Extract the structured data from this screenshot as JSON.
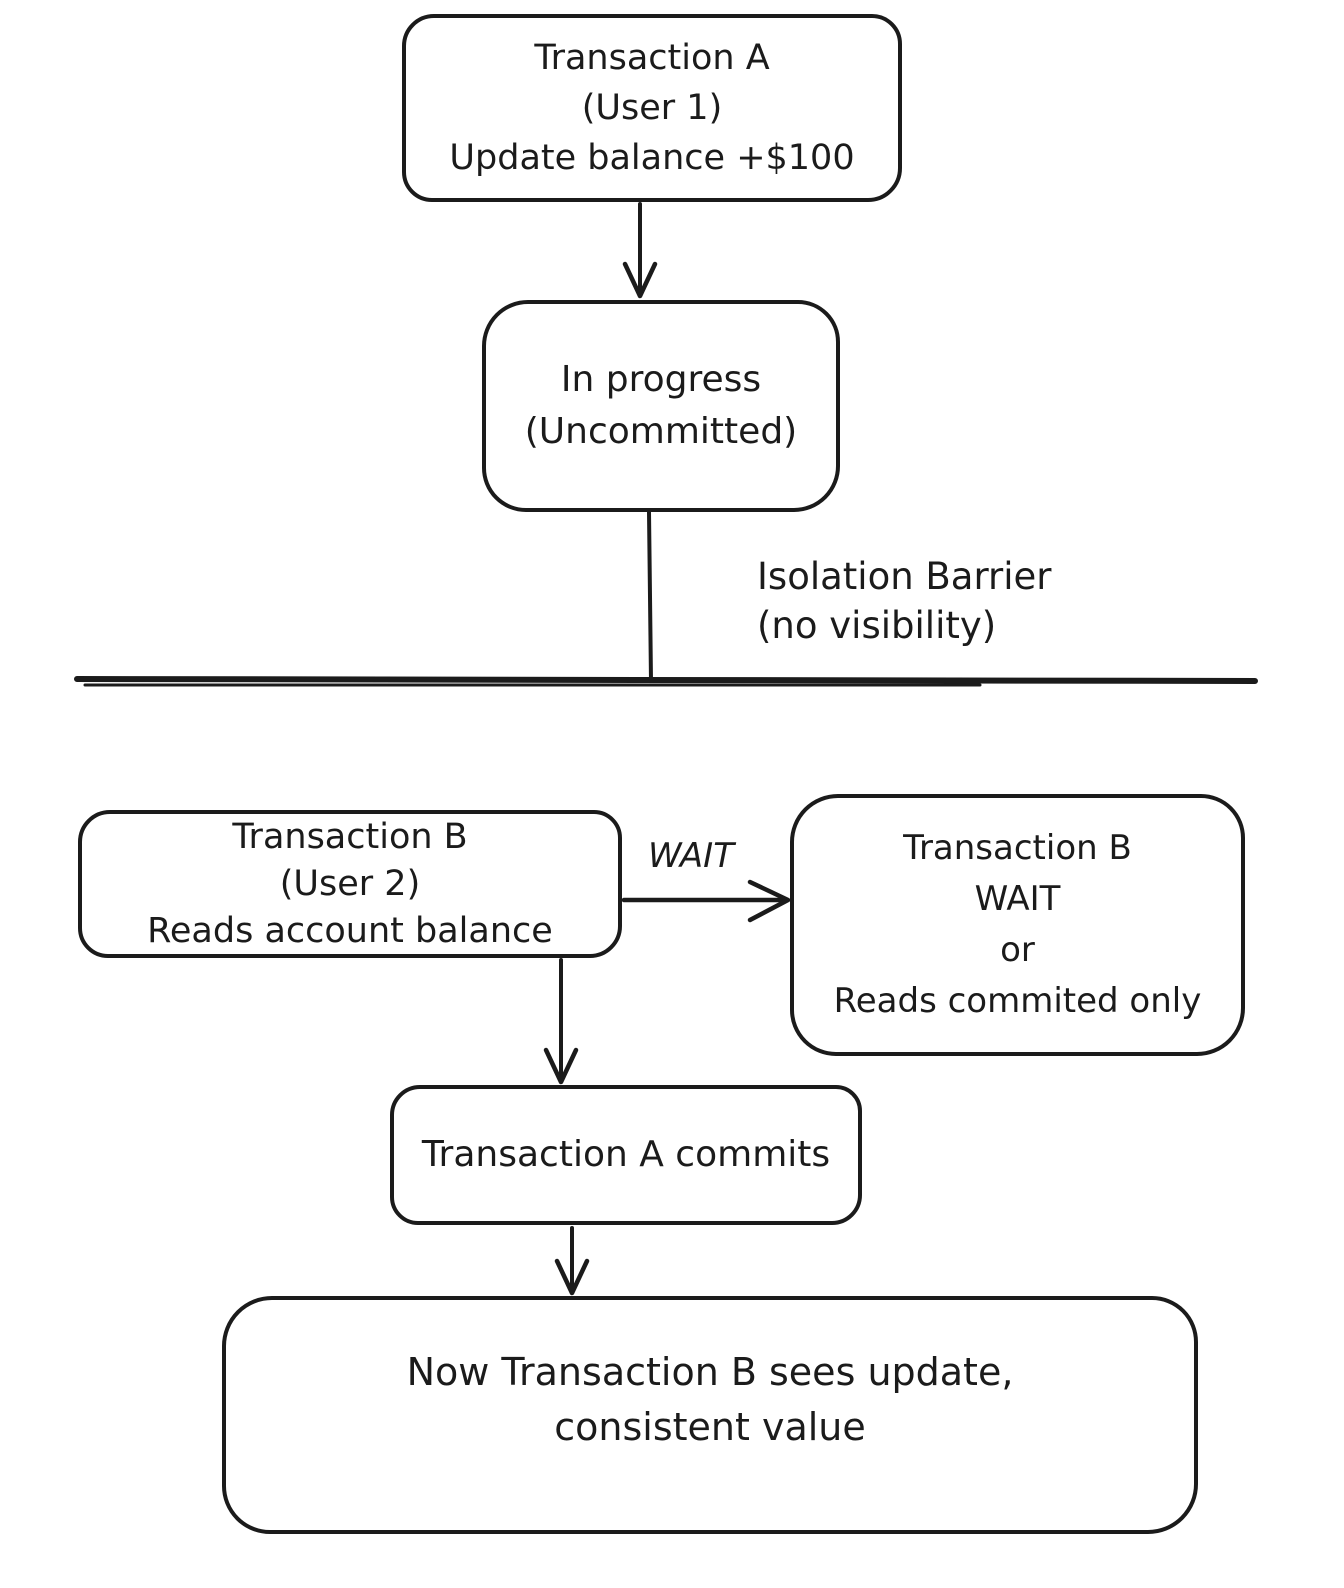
{
  "diagram": {
    "title_hint": "transaction-isolation-flow",
    "colors": {
      "stroke": "#1b1b1b",
      "background": "#ffffff"
    },
    "nodes": {
      "transaction_a": {
        "lines": [
          "Transaction A",
          "(User 1)",
          "Update balance +$100"
        ]
      },
      "in_progress": {
        "lines": [
          "In progress",
          "(Uncommitted)"
        ]
      },
      "transaction_b": {
        "lines": [
          "Transaction B",
          "(User 2)",
          "Reads account balance"
        ]
      },
      "transaction_b_wait": {
        "lines": [
          "Transaction B",
          "WAIT",
          "or",
          "Reads commited only"
        ]
      },
      "transaction_a_commits": {
        "lines": [
          "Transaction A commits"
        ]
      },
      "result": {
        "lines": [
          "Now Transaction B sees update,",
          "consistent value"
        ]
      }
    },
    "labels": {
      "wait_arrow": "WAIT",
      "isolation_barrier_line1": "Isolation Barrier",
      "isolation_barrier_line2": "(no visibility)"
    }
  }
}
